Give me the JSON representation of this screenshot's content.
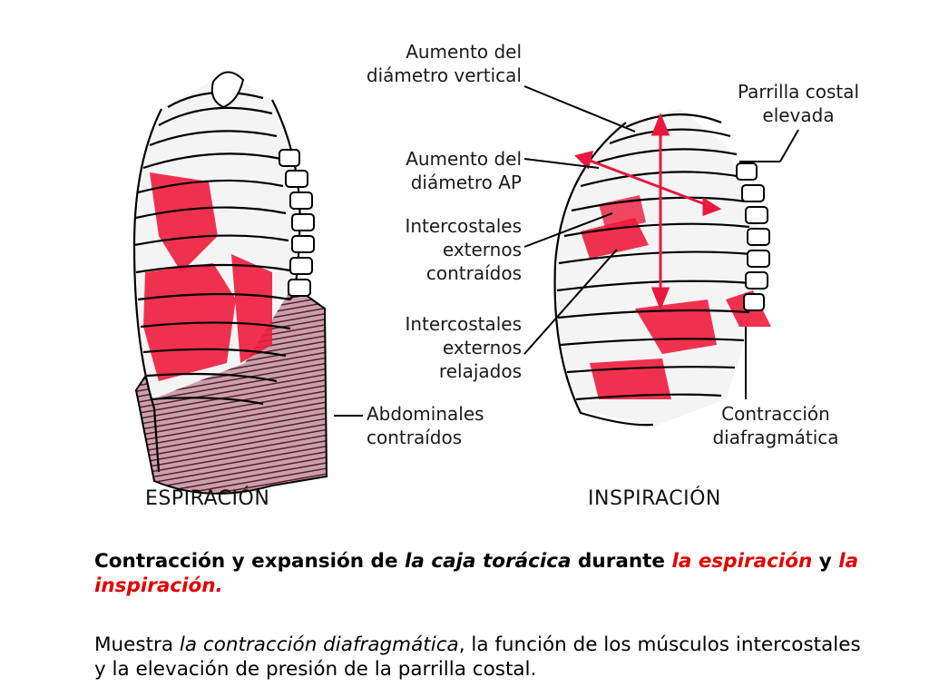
{
  "labels": {
    "vertical_l1": "Aumento del",
    "vertical_l2": "diámetro vertical",
    "ap_l1": "Aumento del",
    "ap_l2": "diámetro AP",
    "ext_con_l1": "Intercostales",
    "ext_con_l2": "externos",
    "ext_con_l3": "contraídos",
    "ext_rel_l1": "Intercostales",
    "ext_rel_l2": "externos",
    "ext_rel_l3": "relajados",
    "abd_l1": "Abdominales",
    "abd_l2": "contraídos",
    "parrilla_l1": "Parrilla costal",
    "parrilla_l2": "elevada",
    "diaf_l1": "Contracción",
    "diaf_l2": "diafragmática"
  },
  "captions": {
    "left": "ESPIRACIÓN",
    "right": "INSPIRACIÓN"
  },
  "title": {
    "t1": "Contracción y expansión de ",
    "t2": "la caja torácica",
    "t3": " durante ",
    "t4": "la espiración",
    "t5": " y ",
    "t6": "la inspiración."
  },
  "body": {
    "b1": "Muestra ",
    "b2": "la contracción  diafragmática",
    "b3": ", la función de los músculos intercostales y la elevación de presión de la parrilla costal."
  },
  "colors": {
    "muscle": "#ee1c3c",
    "abdominal": "#7a3040",
    "text_red": "#e00000"
  }
}
